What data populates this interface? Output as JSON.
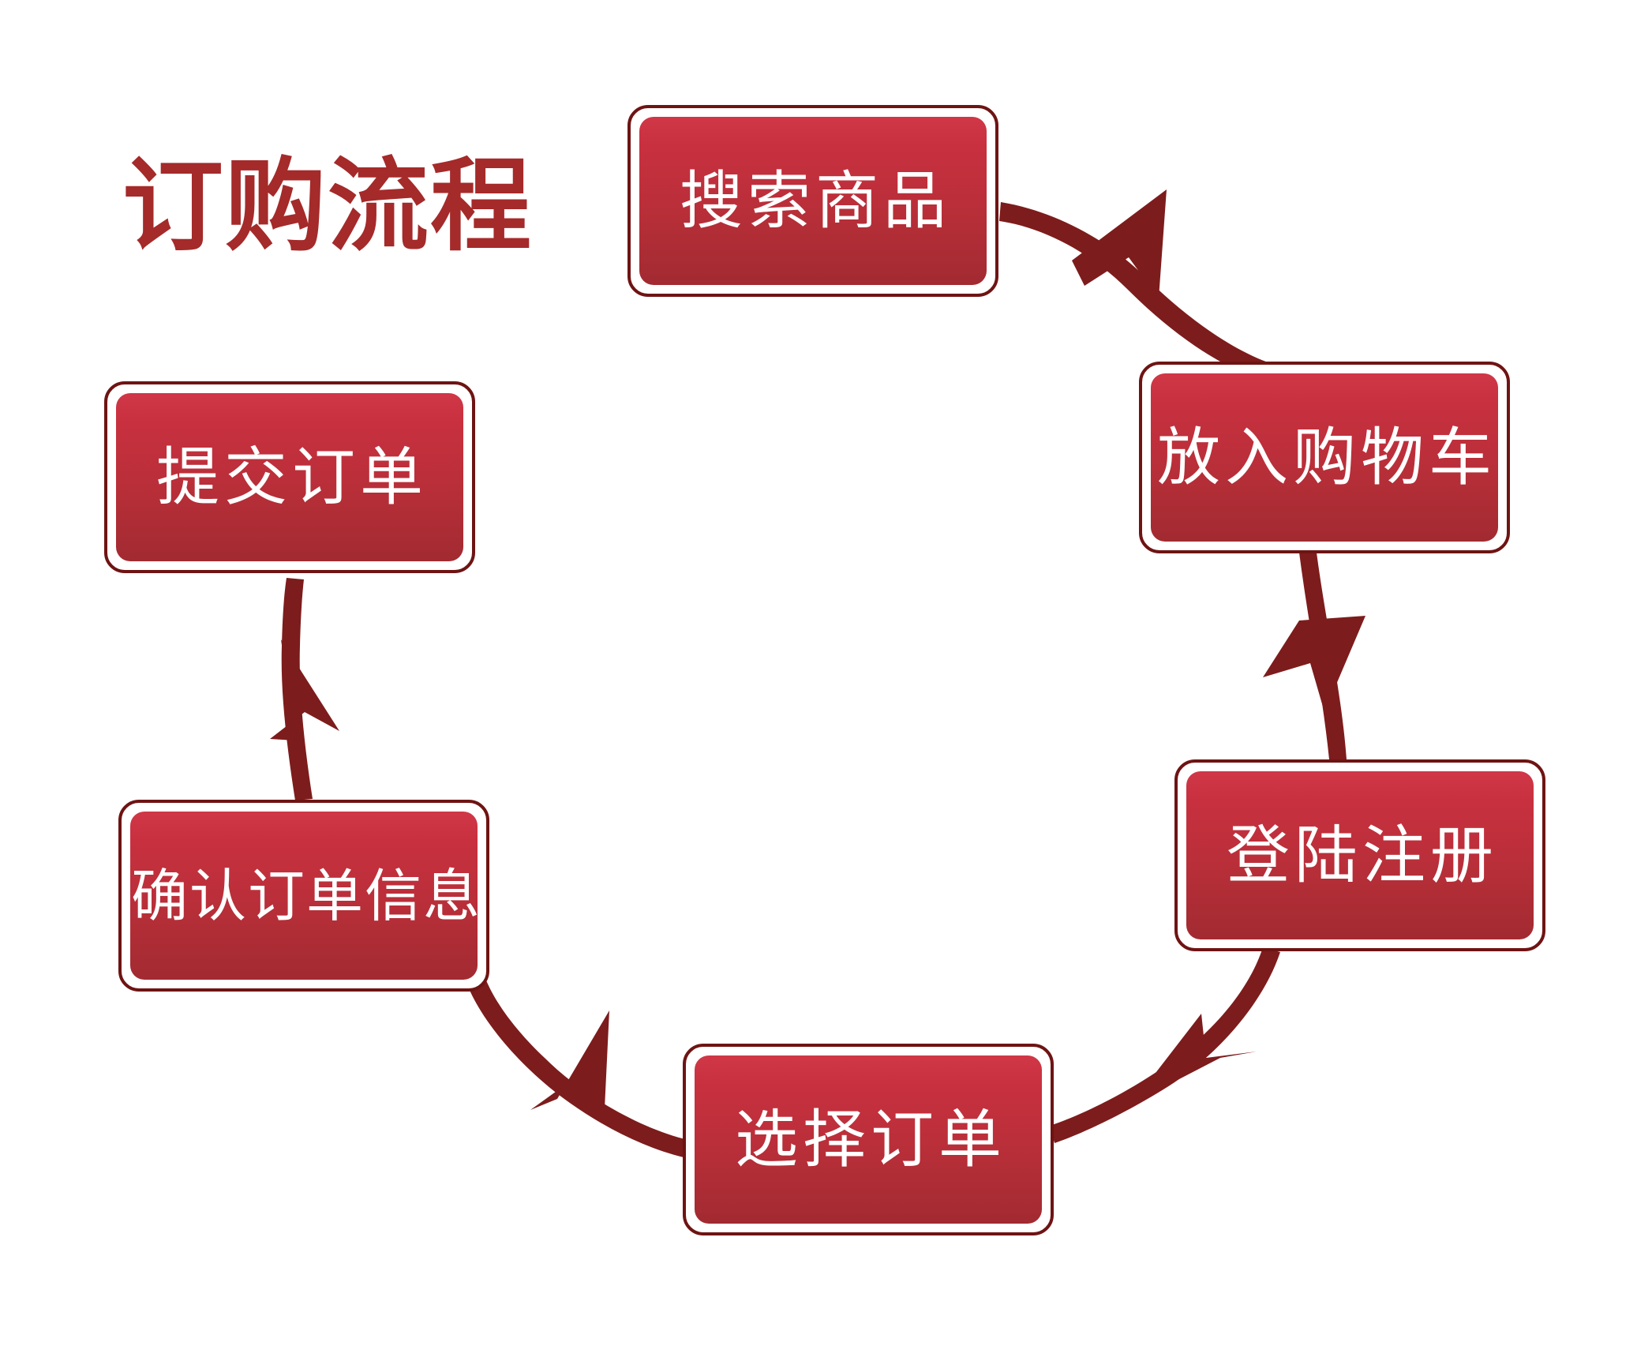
{
  "diagram": {
    "title": "订购流程",
    "type": "cycle-flowchart",
    "colors": {
      "title_text": "#A52A2A",
      "node_border": "#6E1413",
      "node_fill_top": "#D03747",
      "node_fill_bottom": "#A22A31",
      "node_text": "#FFFFFF",
      "arrow": "#7D1C1C",
      "background": "#FFFFFF"
    },
    "nodes": [
      {
        "id": "search",
        "label": "搜索商品",
        "order": 1
      },
      {
        "id": "cart",
        "label": "放入购物车",
        "order": 2
      },
      {
        "id": "login",
        "label": "登陆注册",
        "order": 3
      },
      {
        "id": "select",
        "label": "选择订单",
        "order": 4
      },
      {
        "id": "confirm",
        "label": "确认订单信息",
        "order": 5
      },
      {
        "id": "submit",
        "label": "提交订单",
        "order": 6
      }
    ],
    "connections": [
      {
        "from": "search",
        "to": "cart",
        "style": "curved-arrow"
      },
      {
        "from": "cart",
        "to": "login",
        "style": "curved-arrow"
      },
      {
        "from": "login",
        "to": "select",
        "style": "curved-arrow"
      },
      {
        "from": "select",
        "to": "confirm",
        "style": "curved-arrow"
      },
      {
        "from": "confirm",
        "to": "submit",
        "style": "curved-arrow"
      }
    ]
  }
}
